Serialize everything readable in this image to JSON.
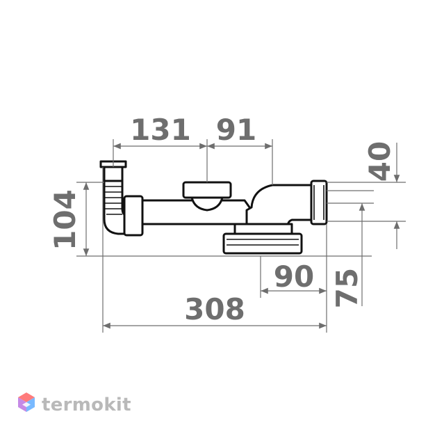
{
  "dimensions": {
    "d131": "131",
    "d91": "91",
    "d40": "40",
    "d104": "104",
    "d90": "90",
    "d75": "75",
    "d308": "308"
  },
  "brand": {
    "name": "termokit",
    "logo_colors": [
      "#ff6f6f",
      "#c777e0",
      "#6fb7ff"
    ]
  },
  "colors": {
    "outline": "#111111",
    "dimension": "#6e6e6e",
    "brand_text": "#b9b9b9"
  }
}
